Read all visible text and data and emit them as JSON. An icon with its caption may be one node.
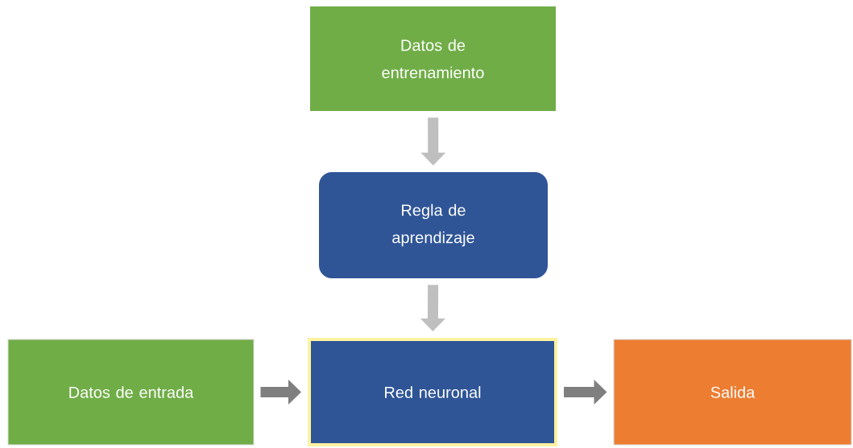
{
  "diagram": {
    "nodes": [
      {
        "text": [
          "Datos de entrenamiento"
        ]
      },
      {
        "text": [
          "Regla de aprendizaje"
        ]
      },
      {
        "text": [
          "Datos de entrada"
        ]
      },
      {
        "text": [
          "Red neuronal"
        ]
      },
      {
        "text": [
          "Salida"
        ]
      }
    ],
    "edges": [
      {
        "from": 0,
        "to": 1,
        "arrow": "to",
        "color": "#bfbfbf"
      },
      {
        "from": 1,
        "to": 3,
        "arrow": "to",
        "color": "#bfbfbf"
      },
      {
        "from": 2,
        "to": 3,
        "arrow": "to",
        "color": "#7f7f7f"
      },
      {
        "from": 3,
        "to": 4,
        "arrow": "to",
        "color": "#7f7f7f"
      }
    ]
  }
}
